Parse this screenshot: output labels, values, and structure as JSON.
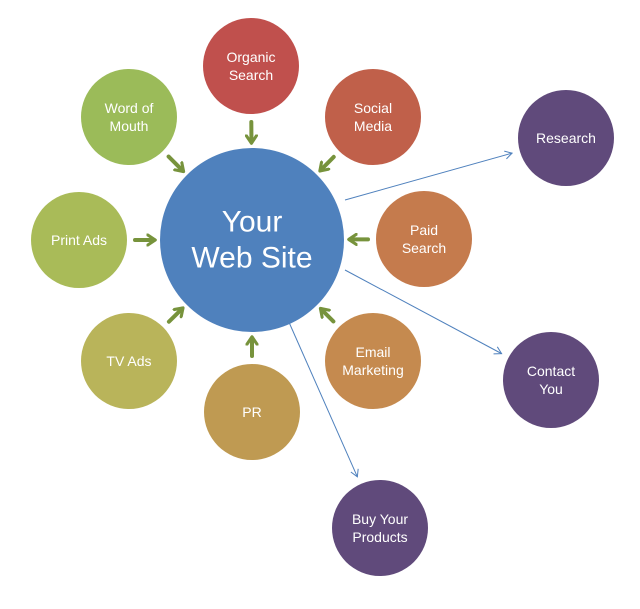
{
  "center": {
    "lines": [
      "Your",
      "Web Site"
    ],
    "color": "#4f81bd"
  },
  "inbound": [
    {
      "id": "organic-search",
      "lines": [
        "Organic",
        "Search"
      ],
      "color": "#c0504d"
    },
    {
      "id": "social-media",
      "lines": [
        "Social",
        "Media"
      ],
      "color": "#c0604a"
    },
    {
      "id": "paid-search",
      "lines": [
        "Paid",
        "Search"
      ],
      "color": "#c57b4d"
    },
    {
      "id": "email-marketing",
      "lines": [
        "Email",
        "Marketing"
      ],
      "color": "#c58a4f"
    },
    {
      "id": "pr",
      "lines": [
        "PR"
      ],
      "color": "#bf9a52"
    },
    {
      "id": "tv-ads",
      "lines": [
        "TV Ads"
      ],
      "color": "#b9b45a"
    },
    {
      "id": "print-ads",
      "lines": [
        "Print Ads"
      ],
      "color": "#a9bb58"
    },
    {
      "id": "word-of-mouth",
      "lines": [
        "Word of",
        "Mouth"
      ],
      "color": "#9bbb59"
    }
  ],
  "outbound": [
    {
      "id": "research",
      "lines": [
        "Research"
      ],
      "color": "#604a7b"
    },
    {
      "id": "contact-you",
      "lines": [
        "Contact",
        "You"
      ],
      "color": "#604a7b"
    },
    {
      "id": "buy-your-products",
      "lines": [
        "Buy Your",
        "Products"
      ],
      "color": "#604a7b"
    }
  ],
  "colors": {
    "inbound_arrow": "#77933c",
    "outbound_arrow": "#4f81bd"
  }
}
